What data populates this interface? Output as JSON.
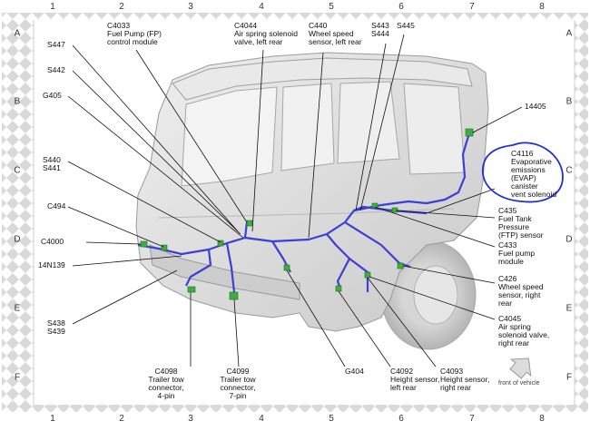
{
  "grid": {
    "columns": [
      "1",
      "2",
      "3",
      "4",
      "5",
      "6",
      "7",
      "8"
    ],
    "rows": [
      "A",
      "B",
      "C",
      "D",
      "E",
      "F"
    ]
  },
  "labels": {
    "c4033": [
      "C4033",
      "Fuel Pump (FP)",
      "control module"
    ],
    "c4044": [
      "C4044",
      "Air spring solenoid",
      "valve, left rear"
    ],
    "c440": [
      "C440",
      "Wheel speed",
      "sensor, left rear"
    ],
    "s443": [
      "S443",
      "S444"
    ],
    "s445": [
      "S445"
    ],
    "s447": [
      "S447"
    ],
    "s442": [
      "S442"
    ],
    "g405": [
      "G405"
    ],
    "s440": [
      "S440",
      "S441"
    ],
    "c494": [
      "C494"
    ],
    "c4000": [
      "C4000"
    ],
    "n14n139": [
      "14N139"
    ],
    "s438": [
      "S438",
      "S439"
    ],
    "c4098": [
      "C4098",
      "Trailer tow",
      "connector,",
      "4-pin"
    ],
    "c4099": [
      "C4099",
      "Trailer tow",
      "connector,",
      "7-pin"
    ],
    "g404": [
      "G404"
    ],
    "c4092": [
      "C4092",
      "Height sensor,",
      "left rear"
    ],
    "c4093": [
      "C4093",
      "Height sensor,",
      "right rear"
    ],
    "n14405": [
      "14405"
    ],
    "c4116": [
      "C4116",
      "Evaporative",
      "emissions",
      "(EVAP)",
      "canister",
      "vent solenoid"
    ],
    "c435": [
      "C435",
      "Fuel Tank",
      "Pressure",
      "(FTP) sensor"
    ],
    "c433": [
      "C433",
      "Fuel pump",
      "module"
    ],
    "c426": [
      "C426",
      "Wheel speed",
      "sensor, right",
      "rear"
    ],
    "c4045": [
      "C4045",
      "Air spring",
      "solenoid valve,",
      "right rear"
    ]
  },
  "front_of_vehicle": "front of vehicle",
  "colors": {
    "harness": "#3b3fd4",
    "connector": "#3fae3f",
    "annotation": "#1f2fd0",
    "body": "#dcdcdc"
  }
}
